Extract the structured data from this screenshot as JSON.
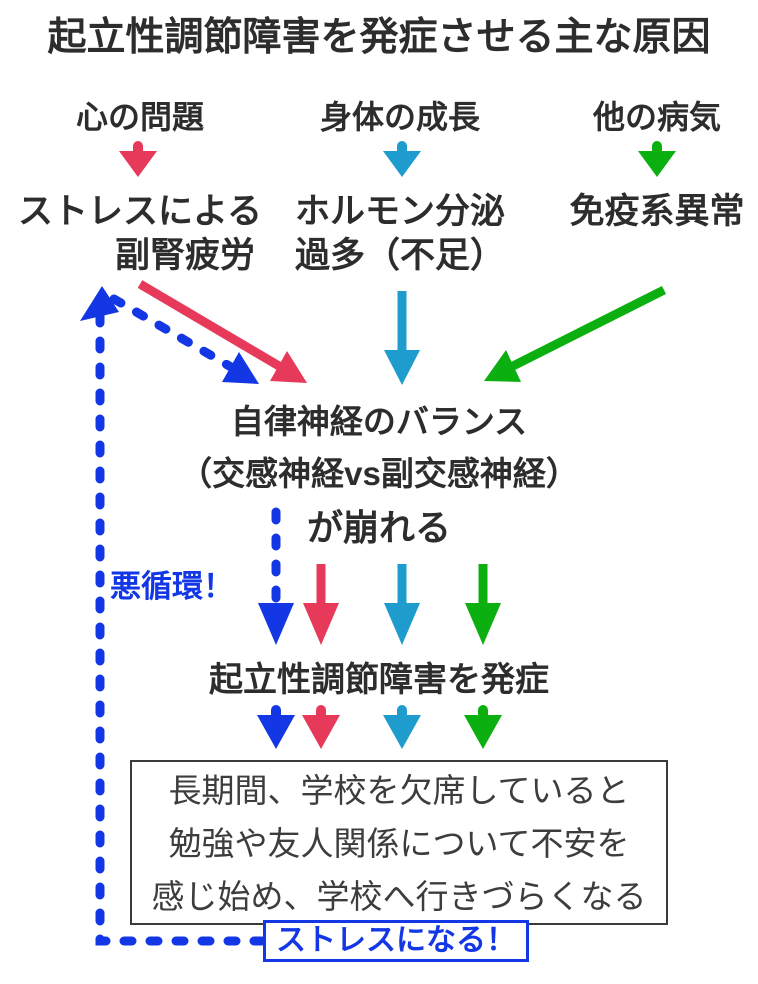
{
  "title": "起立性調節障害を発症させる主な原因",
  "causes": [
    {
      "label": "心の問題",
      "effect_lines": [
        "ストレスによる",
        "副腎疲労"
      ],
      "color": "#e73a5b"
    },
    {
      "label": "身体の成長",
      "effect_lines": [
        "ホルモン分泌",
        "過多（不足）"
      ],
      "color": "#1e9ccd"
    },
    {
      "label": "他の病気",
      "effect_lines": [
        "免疫系異常"
      ],
      "color": "#0caf10"
    }
  ],
  "center_block": {
    "line1": "自律神経のバランス",
    "line2": "（交感神経vs副交感神経）",
    "line3": "が崩れる"
  },
  "vicious_cycle_label": "悪循環！",
  "outcome": "起立性調節障害を発症",
  "consequence_box": {
    "lines": [
      "長期間、学校を欠席していると",
      "勉強や友人関係について不安を",
      "感じ始め、学校へ行きづらくなる"
    ]
  },
  "stress_badge": "ストレスになる！",
  "colors": {
    "red": "#e73a5b",
    "cyan": "#1e9ccd",
    "green": "#0caf10",
    "blue": "#1337e4",
    "heading_text": "#2d2d2d",
    "box_text": "#3d3d3d",
    "box_border": "#3b3b3b"
  }
}
